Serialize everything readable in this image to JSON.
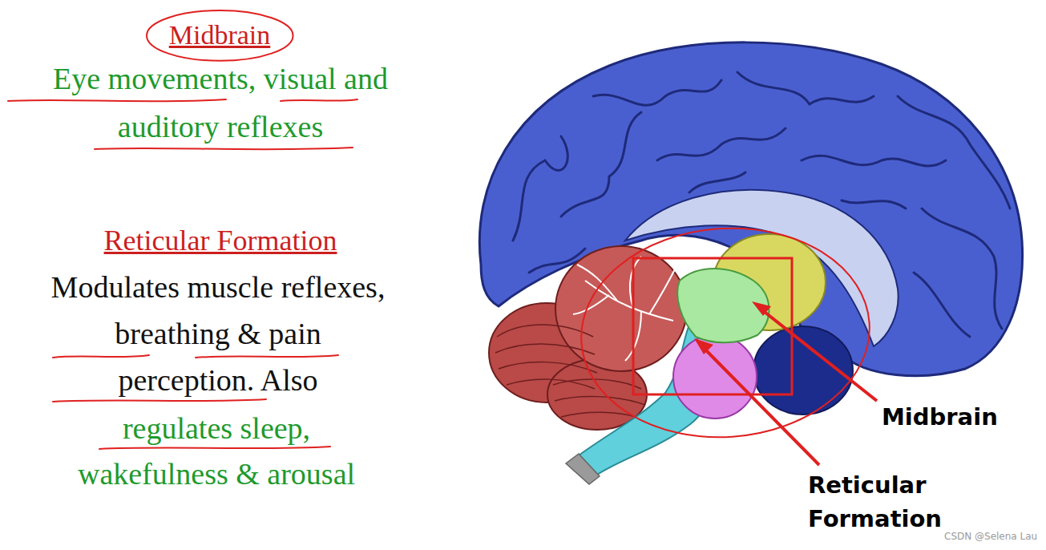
{
  "diagram": {
    "nodes": [
      {
        "text": [
          "Midbrain"
        ]
      }
    ],
    "labels": [
      "Eye movements, visual and auditory reflexes",
      "Reticular Formation",
      "Modulates muscle reflexes, breathing & pain perception. Also",
      "regulates sleep, wakefulness & arousal",
      "Midbrain",
      "Reticular Formation",
      "CSDN @Selena Lau"
    ]
  }
}
